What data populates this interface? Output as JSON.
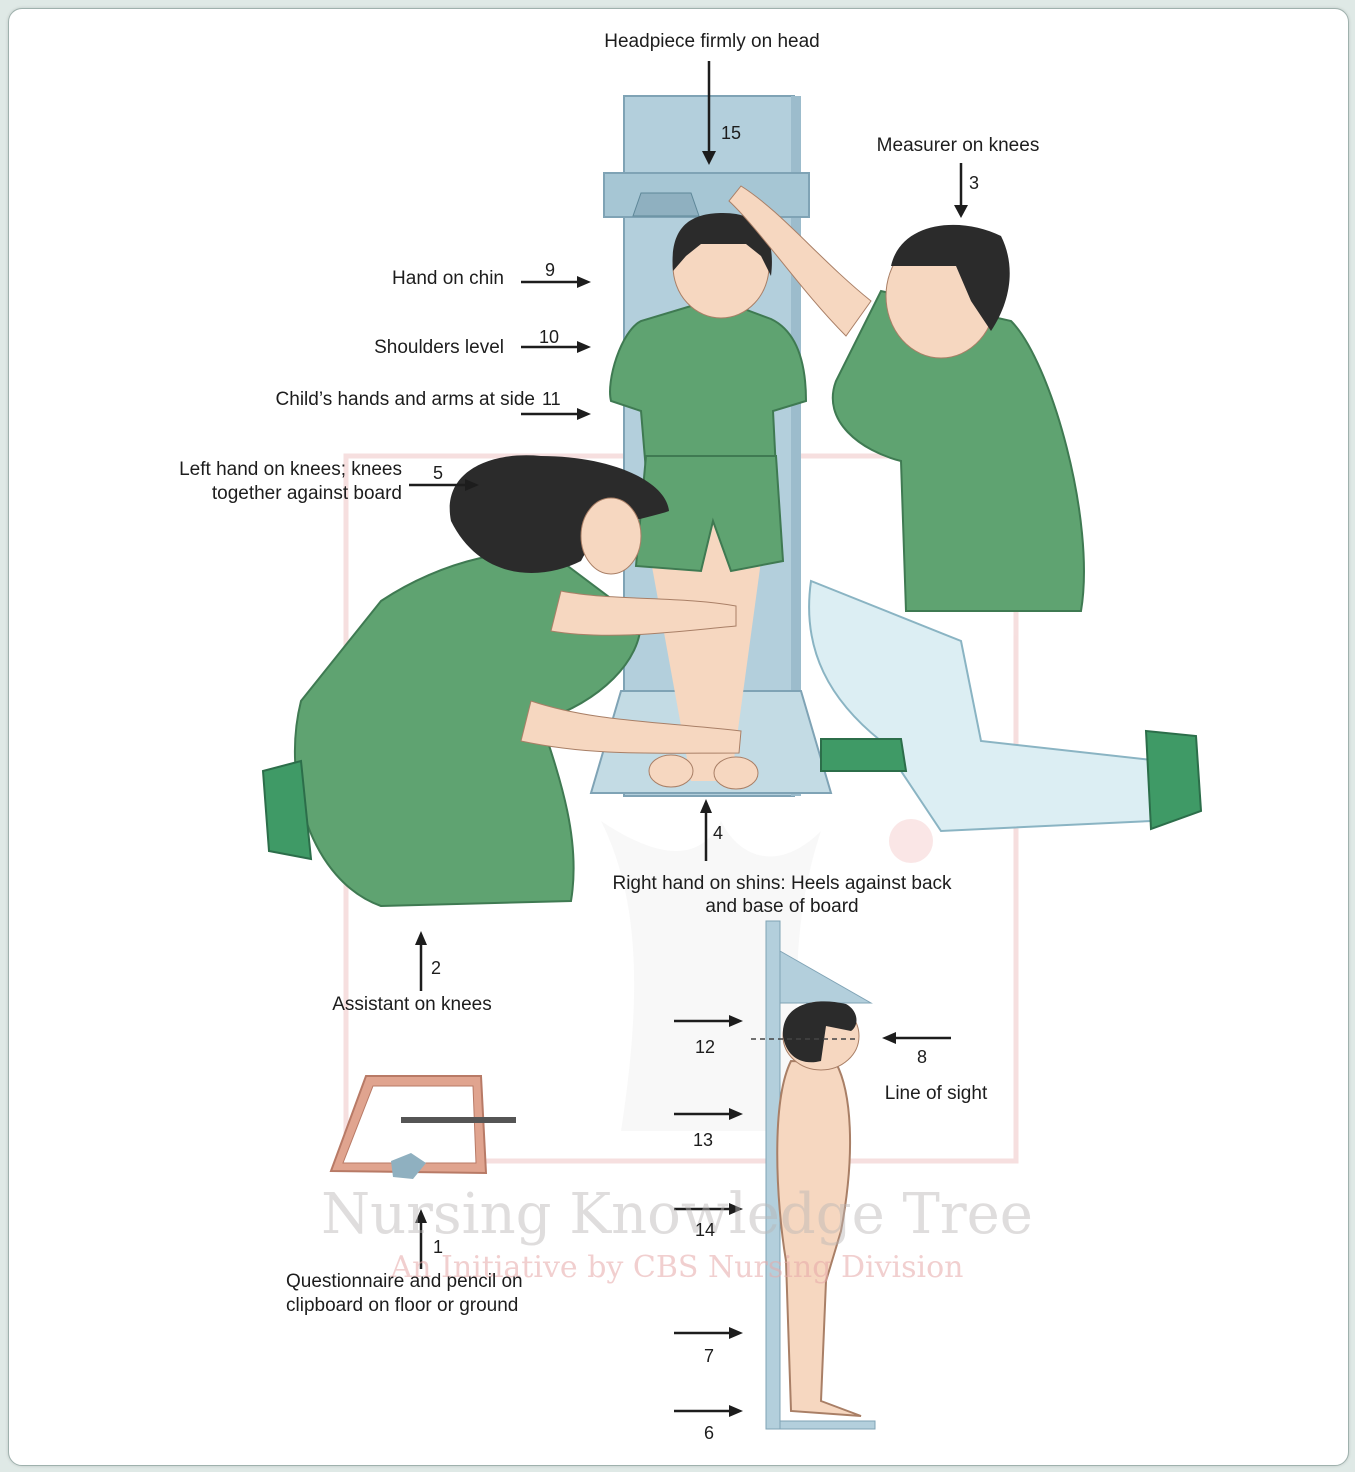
{
  "labels": {
    "headpiece": "Headpiece firmly on head",
    "measurer": "Measurer on knees",
    "hand_on_chin": "Hand on chin",
    "shoulders_level": "Shoulders level",
    "hands_arms": "Child’s hands and arms at side",
    "left_hand_line1": "Left hand on knees; knees",
    "left_hand_line2": "together against board",
    "right_hand_line1": "Right hand on shins: Heels against back",
    "right_hand_line2": "and base of board",
    "assistant": "Assistant on knees",
    "questionnaire_line1": "Questionnaire and pencil on",
    "questionnaire_line2": "clipboard on floor or ground",
    "line_of_sight": "Line of sight"
  },
  "numbers": {
    "n1": "1",
    "n2": "2",
    "n3": "3",
    "n4": "4",
    "n5": "5",
    "n6": "6",
    "n7": "7",
    "n8": "8",
    "n9": "9",
    "n10": "10",
    "n11": "11",
    "n12": "12",
    "n13": "13",
    "n14": "14",
    "n15": "15"
  },
  "watermark": {
    "title": "Nursing Knowledge Tree",
    "subtitle": "An Initiative by CBS Nursing Division"
  },
  "colors": {
    "board": "#b3cfdc",
    "clothing_green": "#5fa371",
    "skin": "#f6d7c0",
    "hair": "#2b2b2b",
    "trousers": "#dceef3",
    "clipboard": "#e0a48f"
  }
}
